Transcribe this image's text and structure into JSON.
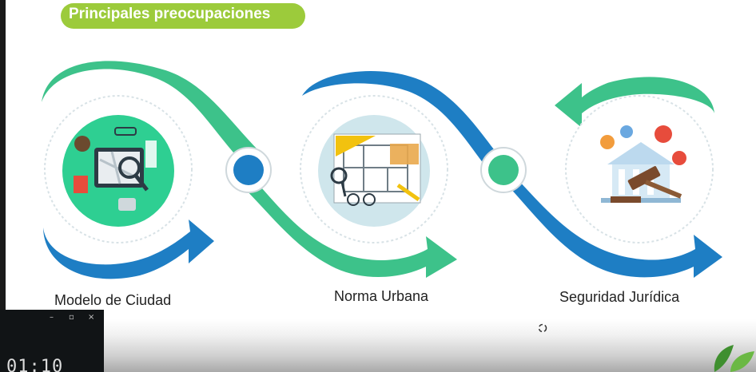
{
  "slide": {
    "title": "Principales preocupaciones",
    "items": [
      {
        "label": "Modelo de Ciudad",
        "icon": "city-map-illustration"
      },
      {
        "label": "Norma Urbana",
        "icon": "blueprint-illustration"
      },
      {
        "label": "Seguridad Jurídica",
        "icon": "courthouse-gavel-illustration"
      }
    ],
    "colors": {
      "blue": "#1e7ec4",
      "green": "#3dc28a",
      "title_bg": "#9ccb3b"
    }
  },
  "video_overlay": {
    "timer": "01:10",
    "controls": [
      "minimize-icon",
      "restore-icon",
      "close-icon"
    ]
  }
}
